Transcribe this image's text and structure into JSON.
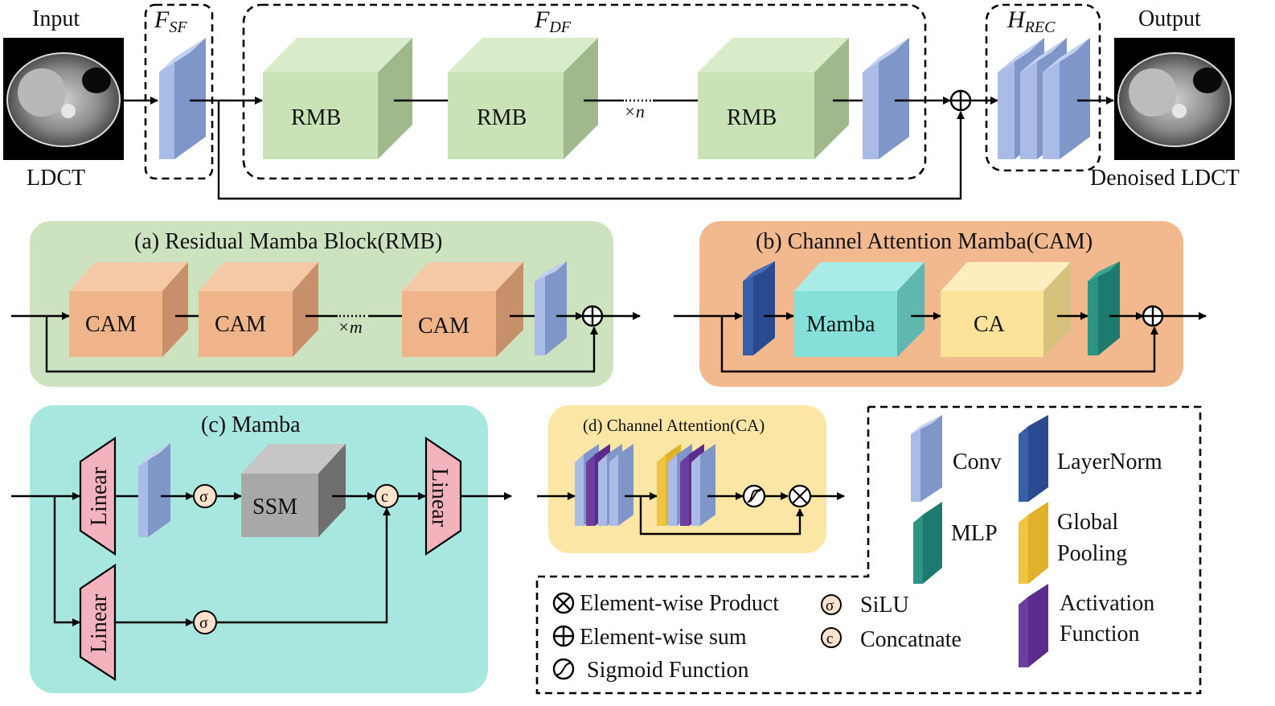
{
  "top": {
    "input_label": "Input",
    "input_caption": "LDCT",
    "output_label": "Output",
    "output_caption": "Denoised LDCT",
    "fsf": "F",
    "fsf_sub": "SF",
    "fdf": "F",
    "fdf_sub": "DF",
    "hrec": "H",
    "hrec_sub": "REC",
    "rmb1": "RMB",
    "rmb2": "RMB",
    "rmb3": "RMB",
    "repeat": "×n"
  },
  "panel_a": {
    "title": "(a) Residual Mamba Block(RMB)",
    "cam1": "CAM",
    "cam2": "CAM",
    "cam3": "CAM",
    "repeat": "×m"
  },
  "panel_b": {
    "title": "(b) Channel Attention Mamba(CAM)",
    "mamba": "Mamba",
    "ca": "CA"
  },
  "panel_c": {
    "title": "(c) Mamba",
    "linear1": "Linear",
    "linear2": "Linear",
    "linear3": "Linear",
    "ssm": "SSM",
    "sigma": "σ",
    "concat": "c"
  },
  "panel_d": {
    "title": "(d) Channel Attention(CA)"
  },
  "legend": {
    "conv": "Conv",
    "layernorm": "LayerNorm",
    "mlp": "MLP",
    "global_pooling_1": "Global",
    "global_pooling_2": "Pooling",
    "activation_1": "Activation",
    "activation_2": "Function",
    "product": "Element-wise Product",
    "sum": "Element-wise sum",
    "sigmoid": "Sigmoid Function",
    "silu": "SiLU",
    "concat": "Concatnate",
    "sigma_symbol": "σ",
    "c_symbol": "c"
  },
  "colors": {
    "conv_front": "#7f96c8",
    "conv_side": "#a9bbe6",
    "rmb_front": "#c9e3b6",
    "rmb_side": "#9fb98d",
    "cam_front": "#f0b48a",
    "cam_side": "#c8906a",
    "mamba_front": "#86e0da",
    "ca_front": "#fbe39a",
    "ssm_front": "#a8a8a8",
    "layernorm": "#2a4a8f",
    "mlp": "#1e7a6e",
    "pooling": "#e0b12a",
    "activation": "#5b2c8e",
    "panel_a_bg": "#cde3c0",
    "panel_b_bg": "#f2b88e",
    "panel_c_bg": "#a8e6e0",
    "panel_d_bg": "#fbe6a6",
    "linear_fill": "#f2b3bd"
  }
}
